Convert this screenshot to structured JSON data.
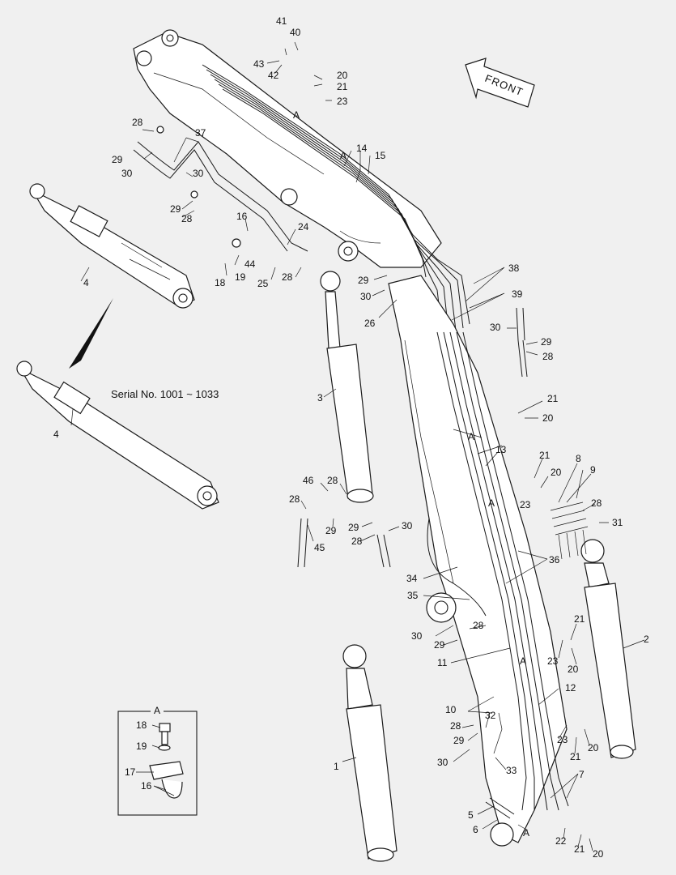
{
  "direction_label": "FRONT",
  "serial_note": "Serial No. 1001 ~ 1033",
  "detail_title": "A",
  "part_labels": [
    "41",
    "40",
    "43",
    "42",
    "20",
    "21",
    "23",
    "A",
    "14",
    "15",
    "A",
    "28",
    "37",
    "29",
    "30",
    "30",
    "29",
    "28",
    "16",
    "24",
    "44",
    "18",
    "19",
    "25",
    "28",
    "4",
    "4",
    "29",
    "30",
    "26",
    "38",
    "39",
    "30",
    "29",
    "28",
    "3",
    "21",
    "20",
    "A",
    "13",
    "21",
    "20",
    "8",
    "9",
    "23",
    "A",
    "28",
    "31",
    "46",
    "28",
    "28",
    "29",
    "29",
    "30",
    "28",
    "45",
    "36",
    "34",
    "35",
    "30",
    "28",
    "29",
    "11",
    "A",
    "23",
    "21",
    "20",
    "10",
    "12",
    "2",
    "1",
    "32",
    "28",
    "29",
    "30",
    "33",
    "7",
    "5",
    "6",
    "A",
    "22",
    "21",
    "20",
    "20",
    "21",
    "23",
    "18",
    "19",
    "17",
    "16"
  ]
}
